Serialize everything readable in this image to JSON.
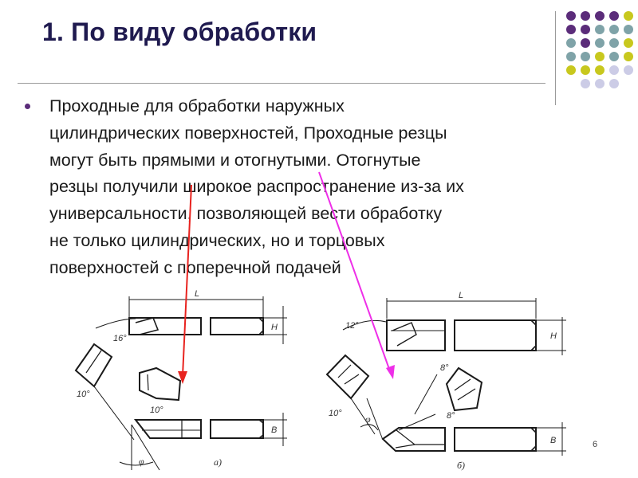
{
  "slide": {
    "title": "1. По виду обработки",
    "text_lines": [
      "Проходные для обработки наружных",
      "цилиндрических поверхностей, Проходные резцы",
      "могут быть прямыми и отогнутыми. Отогнутые",
      "резцы получили широкое распространение из-за их",
      "универсальности, позволяющей вести обработку",
      "не только цилиндрических, но и торцовых",
      "поверхностей с поперечной подачей"
    ],
    "page_number": "6"
  },
  "figure_labels": {
    "L": "L",
    "H": "H",
    "B": "B",
    "angle_16": "16°",
    "angle_10_top": "10°",
    "angle_10_bottom": "10°",
    "phi": "φ",
    "caption_a": "а)",
    "angle_12": "12°",
    "angle_8_top": "8°",
    "angle_8_bottom": "8°",
    "angle_10_b": "10°",
    "phi_b": "φ",
    "caption_b": "б)"
  },
  "colors": {
    "title": "#1f1a4f",
    "bullet": "#5b2c7a",
    "purple_dot": "#5b2c7a",
    "teal_dot": "#7fa3a8",
    "olive_dot": "#c8c81e",
    "lavender_dot": "#cccce6",
    "red_arrow": "#e8231f",
    "magenta_arrow": "#ee2fe8"
  }
}
